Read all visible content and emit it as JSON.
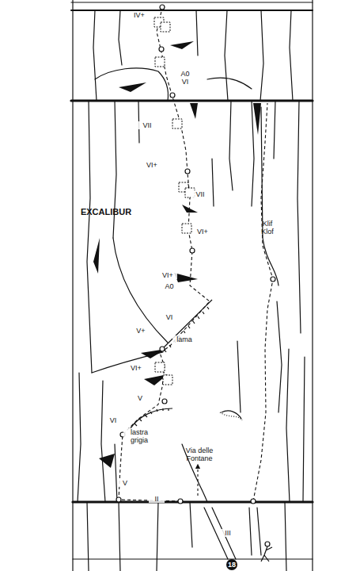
{
  "diagram": {
    "labels": [
      "IV+",
      "A0",
      "VI",
      "VII",
      "VI+",
      "EXCALIBUR",
      "VII",
      "VI+",
      "Klif Klof",
      "VI+",
      "A0",
      "VI",
      "V+",
      "lama",
      "VI+",
      "V",
      "VI",
      "lastra grigia",
      "Via delle Fontane",
      "V",
      "II",
      "III",
      "18"
    ]
  }
}
